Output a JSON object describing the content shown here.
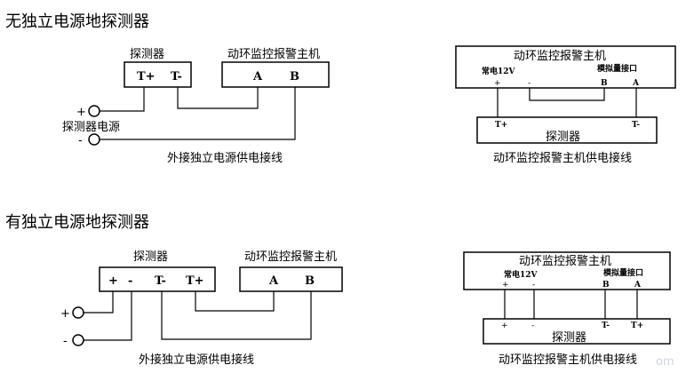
{
  "top": {
    "heading": "无独立电源地探测器",
    "left": {
      "detector_label": "探测器",
      "t_plus": "T+",
      "t_minus": "T-",
      "host_label": "动环监控报警主机",
      "a": "A",
      "b": "B",
      "plus": "+",
      "minus": "-",
      "power_label": "探测器电源",
      "caption": "外接独立电源供电接线"
    },
    "right": {
      "host_label": "动环监控报警主机",
      "normal_power": "常电12V",
      "analog_port": "模拟量接口",
      "plus": "+",
      "minus": "-",
      "b": "B",
      "a": "A",
      "t_plus": "T+",
      "t_minus": "T-",
      "detector_label": "探测器",
      "caption": "动环监控报警主机供电接线"
    }
  },
  "bottom": {
    "heading": "有独立电源地探测器",
    "left": {
      "detector_label": "探测器",
      "plus": "+",
      "minus": "-",
      "t_minus": "T-",
      "t_plus": "T+",
      "host_label": "动环监控报警主机",
      "a": "A",
      "b": "B",
      "ext_plus": "+",
      "ext_minus": "-",
      "caption": "外接独立电源供电接线"
    },
    "right": {
      "host_label": "动环监控报警主机",
      "normal_power": "常电12V",
      "analog_port": "模拟量接口",
      "plus": "+",
      "minus": "-",
      "b": "B",
      "a": "A",
      "d_plus": "+",
      "d_minus": "-",
      "t_minus": "T-",
      "t_plus": "T+",
      "detector_label": "探测器",
      "caption": "动环监控报警主机供电接线"
    }
  },
  "watermark": "om"
}
